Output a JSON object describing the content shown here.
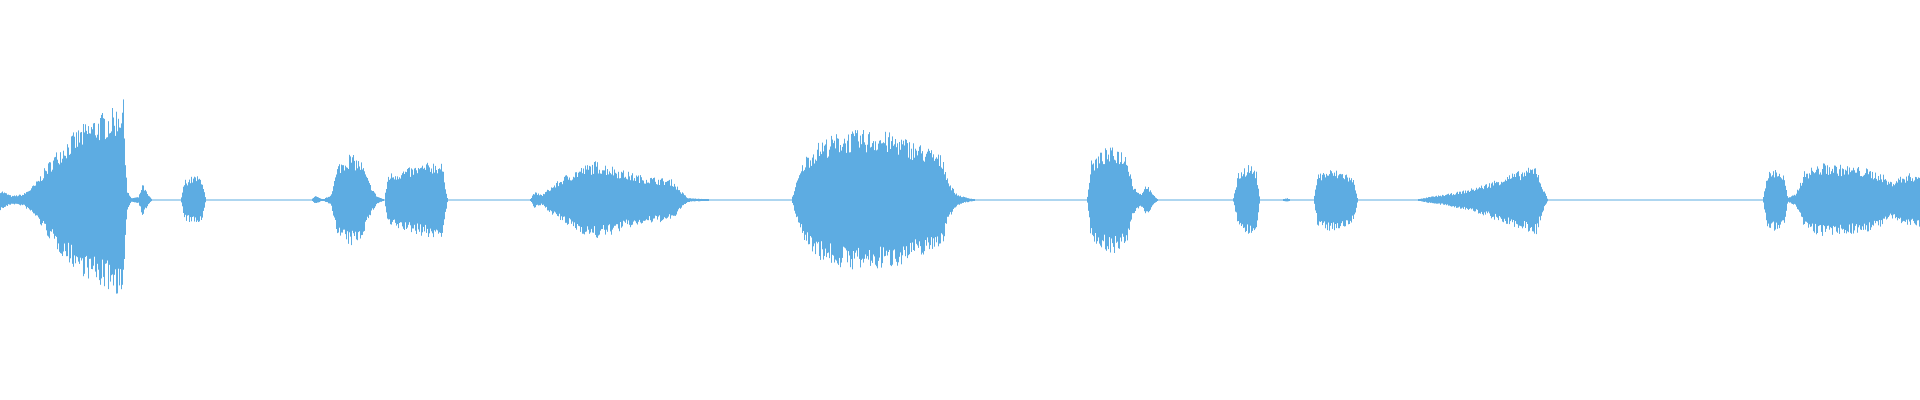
{
  "waveform": {
    "color": "#5dace2",
    "background": "#ffffff",
    "envelope": [
      [
        0.0,
        0.1
      ],
      [
        0.006,
        0.04
      ],
      [
        0.012,
        0.06
      ],
      [
        0.018,
        0.16
      ],
      [
        0.024,
        0.34
      ],
      [
        0.03,
        0.5
      ],
      [
        0.036,
        0.62
      ],
      [
        0.042,
        0.72
      ],
      [
        0.048,
        0.8
      ],
      [
        0.054,
        0.86
      ],
      [
        0.06,
        0.9
      ],
      [
        0.064,
        1.0
      ],
      [
        0.066,
        0.1
      ],
      [
        0.068,
        0.02
      ],
      [
        0.072,
        0.03
      ],
      [
        0.074,
        0.16
      ],
      [
        0.077,
        0.05
      ],
      [
        0.079,
        0.005
      ],
      [
        0.094,
        0.005
      ],
      [
        0.096,
        0.2
      ],
      [
        0.101,
        0.24
      ],
      [
        0.105,
        0.22
      ],
      [
        0.107,
        0.005
      ],
      [
        0.162,
        0.005
      ],
      [
        0.164,
        0.04
      ],
      [
        0.168,
        0.005
      ],
      [
        0.172,
        0.05
      ],
      [
        0.176,
        0.36
      ],
      [
        0.182,
        0.46
      ],
      [
        0.188,
        0.38
      ],
      [
        0.192,
        0.18
      ],
      [
        0.196,
        0.04
      ],
      [
        0.2,
        0.005
      ],
      [
        0.202,
        0.26
      ],
      [
        0.21,
        0.3
      ],
      [
        0.218,
        0.34
      ],
      [
        0.226,
        0.38
      ],
      [
        0.23,
        0.36
      ],
      [
        0.233,
        0.005
      ],
      [
        0.276,
        0.005
      ],
      [
        0.278,
        0.08
      ],
      [
        0.282,
        0.05
      ],
      [
        0.286,
        0.12
      ],
      [
        0.294,
        0.24
      ],
      [
        0.302,
        0.32
      ],
      [
        0.31,
        0.38
      ],
      [
        0.318,
        0.34
      ],
      [
        0.326,
        0.28
      ],
      [
        0.334,
        0.24
      ],
      [
        0.342,
        0.22
      ],
      [
        0.35,
        0.2
      ],
      [
        0.354,
        0.1
      ],
      [
        0.358,
        0.02
      ],
      [
        0.37,
        0.005
      ],
      [
        0.412,
        0.005
      ],
      [
        0.415,
        0.2
      ],
      [
        0.419,
        0.42
      ],
      [
        0.427,
        0.58
      ],
      [
        0.437,
        0.66
      ],
      [
        0.447,
        0.68
      ],
      [
        0.457,
        0.68
      ],
      [
        0.467,
        0.64
      ],
      [
        0.477,
        0.56
      ],
      [
        0.485,
        0.5
      ],
      [
        0.491,
        0.42
      ],
      [
        0.494,
        0.18
      ],
      [
        0.498,
        0.06
      ],
      [
        0.502,
        0.03
      ],
      [
        0.508,
        0.005
      ],
      [
        0.566,
        0.005
      ],
      [
        0.568,
        0.38
      ],
      [
        0.575,
        0.5
      ],
      [
        0.582,
        0.52
      ],
      [
        0.587,
        0.44
      ],
      [
        0.59,
        0.14
      ],
      [
        0.594,
        0.06
      ],
      [
        0.597,
        0.16
      ],
      [
        0.6,
        0.06
      ],
      [
        0.603,
        0.005
      ],
      [
        0.642,
        0.005
      ],
      [
        0.645,
        0.28
      ],
      [
        0.65,
        0.36
      ],
      [
        0.654,
        0.3
      ],
      [
        0.656,
        0.005
      ],
      [
        0.668,
        0.005
      ],
      [
        0.67,
        0.02
      ],
      [
        0.672,
        0.005
      ],
      [
        0.684,
        0.005
      ],
      [
        0.686,
        0.26
      ],
      [
        0.692,
        0.3
      ],
      [
        0.7,
        0.28
      ],
      [
        0.705,
        0.2
      ],
      [
        0.707,
        0.005
      ],
      [
        0.738,
        0.005
      ],
      [
        0.744,
        0.03
      ],
      [
        0.754,
        0.06
      ],
      [
        0.764,
        0.1
      ],
      [
        0.774,
        0.16
      ],
      [
        0.784,
        0.24
      ],
      [
        0.794,
        0.3
      ],
      [
        0.8,
        0.34
      ],
      [
        0.803,
        0.14
      ],
      [
        0.806,
        0.005
      ],
      [
        0.918,
        0.005
      ],
      [
        0.92,
        0.26
      ],
      [
        0.925,
        0.32
      ],
      [
        0.929,
        0.24
      ],
      [
        0.931,
        0.02
      ],
      [
        0.935,
        0.06
      ],
      [
        0.94,
        0.3
      ],
      [
        0.95,
        0.36
      ],
      [
        0.96,
        0.34
      ],
      [
        0.97,
        0.32
      ],
      [
        0.98,
        0.26
      ],
      [
        0.984,
        0.18
      ],
      [
        0.988,
        0.22
      ],
      [
        0.994,
        0.26
      ],
      [
        1.0,
        0.26
      ]
    ]
  }
}
